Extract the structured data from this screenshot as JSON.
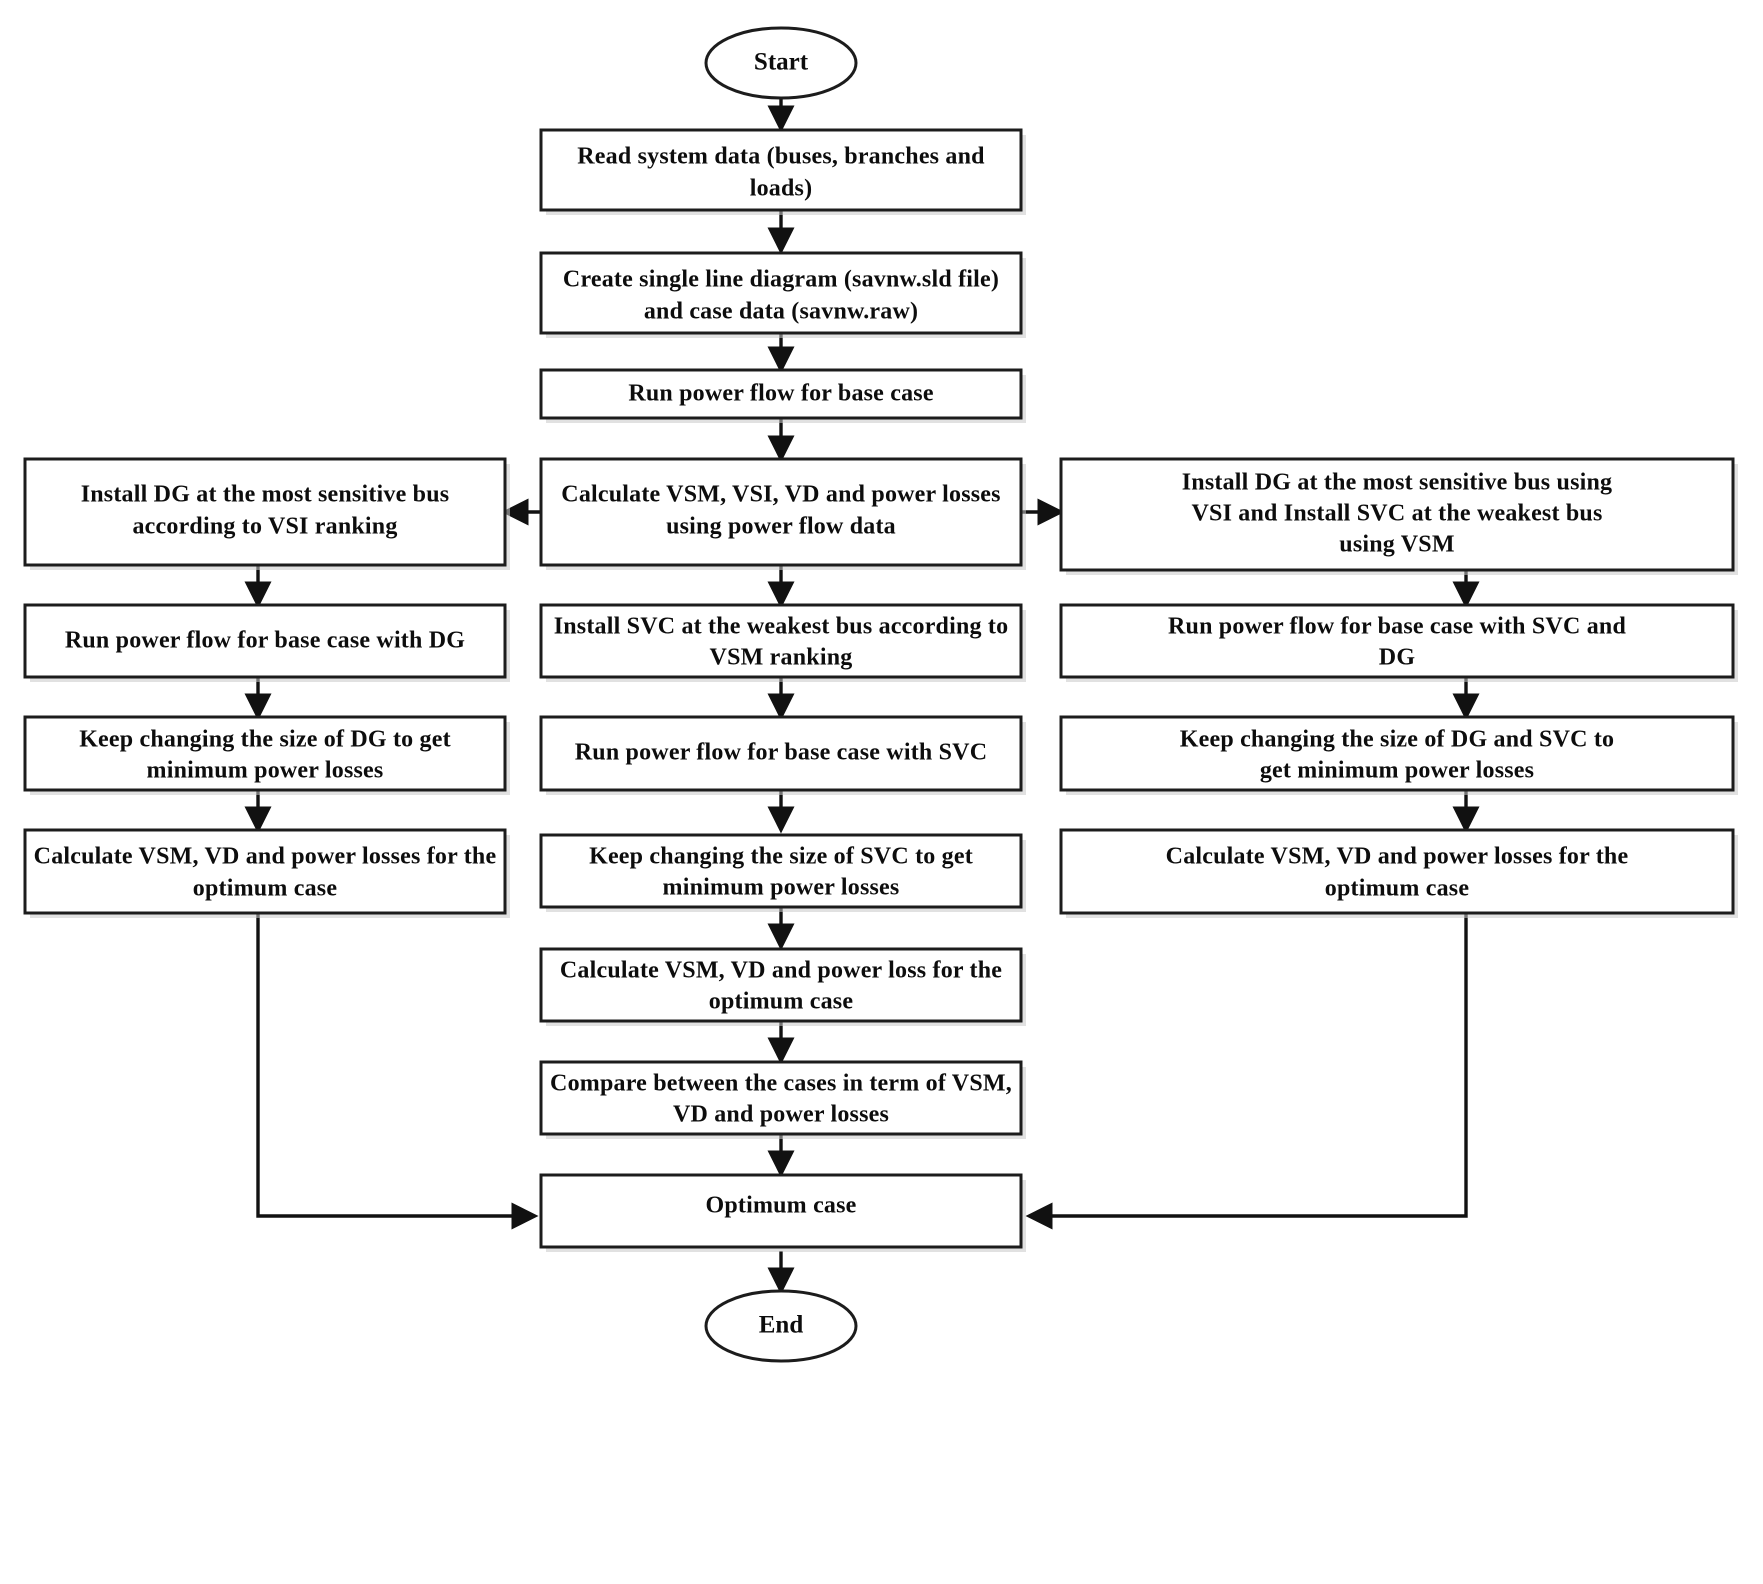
{
  "diagram": {
    "title": "Flowchart for DG and SVC placement study",
    "background_color": "#ffffff",
    "line_color": "#111111",
    "box_fill": "#ffffff",
    "box_stroke": "#1c1c1c"
  },
  "nodes": {
    "start": {
      "label": "Start",
      "shape": "ellipse"
    },
    "read_data": {
      "label": "Read system data (buses, branches and loads)",
      "line1": "Read system data (buses, branches and",
      "line2": "loads)",
      "shape": "process"
    },
    "create_sld": {
      "label": "Create single line diagram (savnw.sld file) and case data (savnw.raw)",
      "line1": "Create single line diagram (savnw.sld file)",
      "line2": "and case data (savnw.raw)",
      "shape": "process"
    },
    "run_base": {
      "label": "Run power flow for base case",
      "line1": "Run power flow for base case",
      "line2": "",
      "shape": "process"
    },
    "calc_vsm": {
      "label": "Calculate VSM, VSI, VD and power losses using power flow data",
      "line1": "Calculate VSM, VSI, VD and power losses",
      "line2": "using power flow data",
      "shape": "process"
    },
    "left_install_dg": {
      "label": "Install DG at the most sensitive bus according to VSI ranking",
      "line1": "Install DG at the most sensitive bus",
      "line2": "according to VSI ranking",
      "shape": "process"
    },
    "left_run_dg": {
      "label": "Run power flow for base case with DG",
      "line1": "Run power flow for base case with DG",
      "line2": "",
      "shape": "process"
    },
    "left_keep_dg": {
      "label": "Keep changing the size of DG to get minimum power losses",
      "line1": "Keep changing the size of DG to get",
      "line2": "minimum power losses",
      "shape": "process"
    },
    "left_calc": {
      "label": "Calculate VSM, VD and power losses for the optimum case",
      "line1": "Calculate VSM, VD and power losses for the",
      "line2": "optimum case",
      "shape": "process"
    },
    "mid_install_svc": {
      "label": "Install SVC at the weakest bus according to VSM ranking",
      "line1": "Install SVC at the weakest bus according to",
      "line2": "VSM ranking",
      "shape": "process"
    },
    "mid_run_svc": {
      "label": "Run power flow for base case with SVC",
      "line1": "Run power flow for base case with SVC",
      "line2": "",
      "shape": "process"
    },
    "mid_keep_svc": {
      "label": "Keep changing the size of SVC to get minimum power losses",
      "line1": "Keep changing the size of SVC to get",
      "line2": "minimum power losses",
      "shape": "process"
    },
    "mid_calc": {
      "label": "Calculate VSM, VD and power loss for the optimum case",
      "line1": "Calculate VSM, VD and power loss for the",
      "line2": "optimum case",
      "shape": "process"
    },
    "mid_compare": {
      "label": "Compare between the cases in term of VSM, VD and power losses",
      "line1": "Compare between the cases in term of VSM,",
      "line2": "VD and power losses",
      "shape": "process"
    },
    "right_install": {
      "label": "Install DG at the most sensitive bus using VSI and Install SVC at the weakest bus using VSM",
      "line1": "Install DG at the most sensitive bus using",
      "line2": "VSI and Install SVC at the weakest bus",
      "line3": "using VSM",
      "shape": "process"
    },
    "right_run": {
      "label": "Run power flow for base case with SVC and DG",
      "line1": "Run power flow for base case with SVC and",
      "line2": "DG",
      "shape": "process"
    },
    "right_keep": {
      "label": "Keep changing the size of DG and SVC to get minimum power losses",
      "line1": "Keep changing the size of DG and SVC to",
      "line2": "get minimum power losses",
      "shape": "process"
    },
    "right_calc": {
      "label": "Calculate VSM, VD and power losses for the optimum case",
      "line1": "Calculate VSM, VD and power losses for the",
      "line2": "optimum case",
      "shape": "process"
    },
    "optimum": {
      "label": "Optimum case",
      "line1": "Optimum case",
      "line2": "",
      "shape": "process"
    },
    "end": {
      "label": "End",
      "shape": "ellipse"
    }
  },
  "edges": [
    {
      "from": "start",
      "to": "read_data",
      "direction": "down"
    },
    {
      "from": "read_data",
      "to": "create_sld",
      "direction": "down"
    },
    {
      "from": "create_sld",
      "to": "run_base",
      "direction": "down"
    },
    {
      "from": "run_base",
      "to": "calc_vsm",
      "direction": "down"
    },
    {
      "from": "calc_vsm",
      "to": "left_install_dg",
      "direction": "left"
    },
    {
      "from": "calc_vsm",
      "to": "right_install",
      "direction": "right"
    },
    {
      "from": "calc_vsm",
      "to": "mid_install_svc",
      "direction": "down"
    },
    {
      "from": "left_install_dg",
      "to": "left_run_dg",
      "direction": "down"
    },
    {
      "from": "left_run_dg",
      "to": "left_keep_dg",
      "direction": "down"
    },
    {
      "from": "left_keep_dg",
      "to": "left_calc",
      "direction": "down"
    },
    {
      "from": "left_calc",
      "to": "optimum",
      "direction": "down-right"
    },
    {
      "from": "mid_install_svc",
      "to": "mid_run_svc",
      "direction": "down"
    },
    {
      "from": "mid_run_svc",
      "to": "mid_keep_svc",
      "direction": "down"
    },
    {
      "from": "mid_keep_svc",
      "to": "mid_calc",
      "direction": "down"
    },
    {
      "from": "mid_calc",
      "to": "mid_compare",
      "direction": "down"
    },
    {
      "from": "mid_compare",
      "to": "optimum",
      "direction": "down"
    },
    {
      "from": "right_install",
      "to": "right_run",
      "direction": "down"
    },
    {
      "from": "right_run",
      "to": "right_keep",
      "direction": "down"
    },
    {
      "from": "right_keep",
      "to": "right_calc",
      "direction": "down"
    },
    {
      "from": "right_calc",
      "to": "optimum",
      "direction": "down-left"
    },
    {
      "from": "optimum",
      "to": "end",
      "direction": "down"
    }
  ]
}
